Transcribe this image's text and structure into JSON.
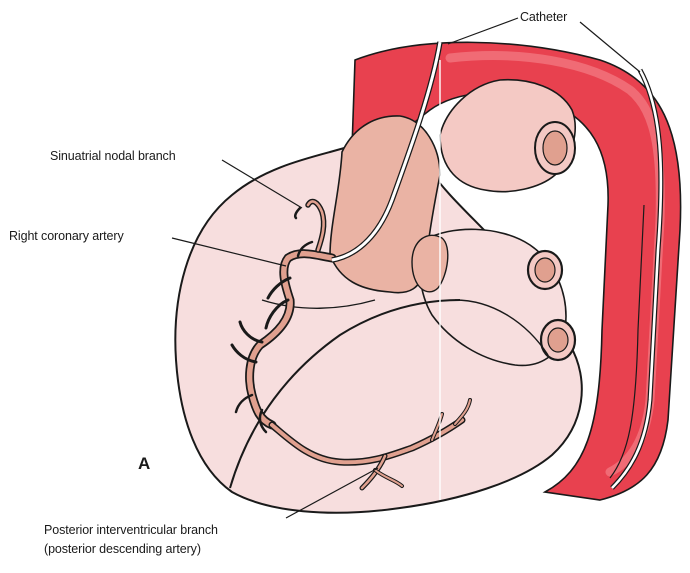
{
  "figure": {
    "panel_letter": "A",
    "labels": {
      "catheter": "Catheter",
      "sinuatrial_nodal_branch": "Sinuatrial nodal branch",
      "right_coronary_artery": "Right coronary artery",
      "posterior_interventricular_line1": "Posterior interventricular branch",
      "posterior_interventricular_line2": "(posterior descending artery)"
    },
    "colors": {
      "heart_fill": "#f7dede",
      "aorta_red": "#e8414f",
      "aorta_highlight": "#f37a82",
      "vessel_fill": "#e0a08f",
      "atrium_fill": "#eab3a4",
      "outline": "#1a1a1a",
      "catheter": "#ffffff"
    }
  }
}
